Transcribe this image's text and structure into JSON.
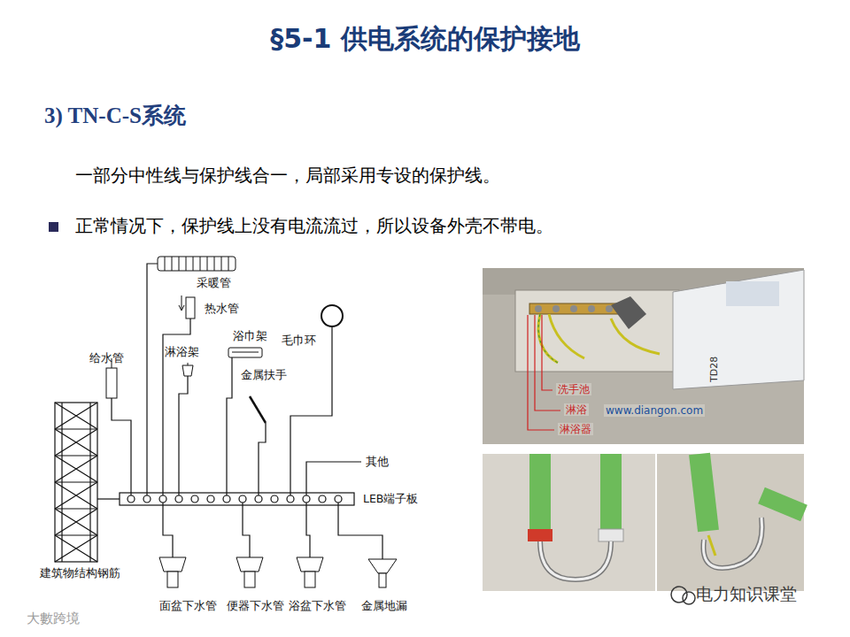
{
  "diagram": {
    "title": "§5-1 供电系统的保护接地",
    "labels": [
      "3) TN-C-S系统",
      "一部分中性线与保护线合一，局部采用专设的保护线。",
      "正常情况下，保护线上没有电流流过，所以设备外壳不带电。",
      "采暖管",
      "热水管",
      "浴巾架",
      "给水管",
      "淋浴架",
      "毛巾环",
      "金属扶手",
      "其他",
      "LEB端子板",
      "建筑物结构钢筋",
      "面盆下水管",
      "便器下水管",
      "浴盆下水管",
      "金属地漏",
      "洗手池",
      "淋浴",
      "淋浴器",
      "www.diangon.com",
      "TD28",
      "电力知识课堂",
      "大數跨境"
    ]
  }
}
